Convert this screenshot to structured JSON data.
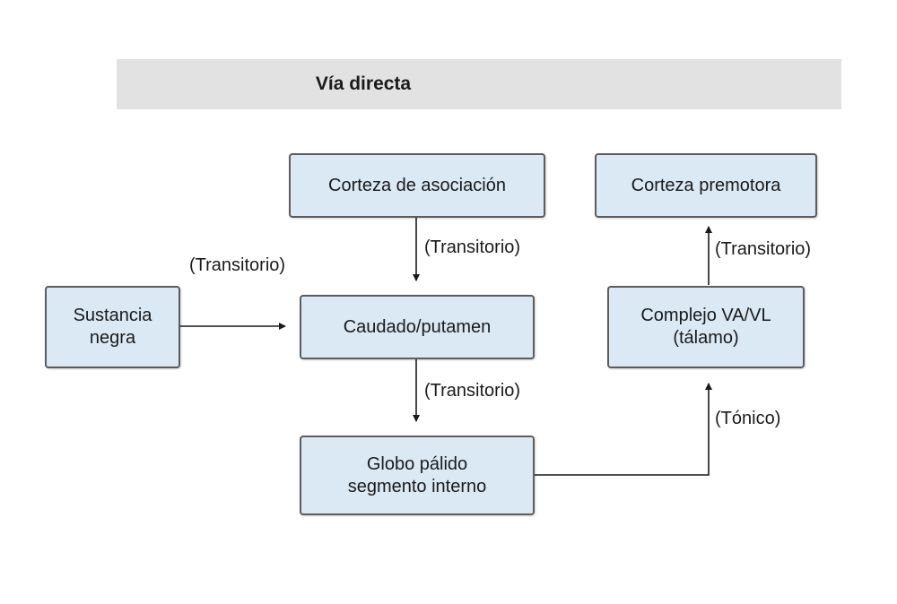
{
  "title": "Vía directa",
  "colors": {
    "node_fill": "#dbe9f5",
    "node_border": "#5c5c5c",
    "title_band": "#e2e2e2",
    "arrow": "#1a1a1a"
  },
  "nodes": {
    "corteza_asociacion": "Corteza de asociación",
    "corteza_premotora": "Corteza premotora",
    "sustancia_negra": "Sustancia\nnegra",
    "caudado_putamen": "Caudado/putamen",
    "complejo_vavl": "Complejo VA/VL\n(tálamo)",
    "globo_palido": "Globo pálido\nsegmento interno"
  },
  "edges": {
    "sustancia_to_caudado": "(Transitorio)",
    "asociacion_to_caudado": "(Transitorio)",
    "caudado_to_globo": "(Transitorio)",
    "globo_to_complejo": "(Tónico)",
    "complejo_to_premotora": "(Transitorio)"
  }
}
